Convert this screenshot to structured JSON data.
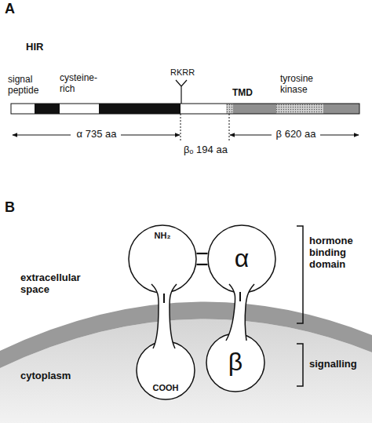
{
  "diagram": {
    "nodes": [
      {
        "text": [
          "NH₂"
        ]
      },
      {
        "text": [
          "α"
        ]
      },
      {
        "text": [
          "COOH"
        ]
      },
      {
        "text": [
          "β"
        ]
      }
    ],
    "edges": [
      {
        "from": 0,
        "to": 1,
        "arrow": "none"
      },
      {
        "from": 0,
        "to": 1,
        "arrow": "none"
      }
    ],
    "labels": [
      "A",
      "HIR",
      "signal peptide",
      "cysteine-rich",
      "RKRR",
      "TMD",
      "tyrosine kinase",
      "α 735 aa",
      "βₒ 194 aa",
      "β 620 aa",
      "B",
      "extracellular space",
      "cytoplasm",
      "hormone binding domain",
      "signalling"
    ]
  }
}
